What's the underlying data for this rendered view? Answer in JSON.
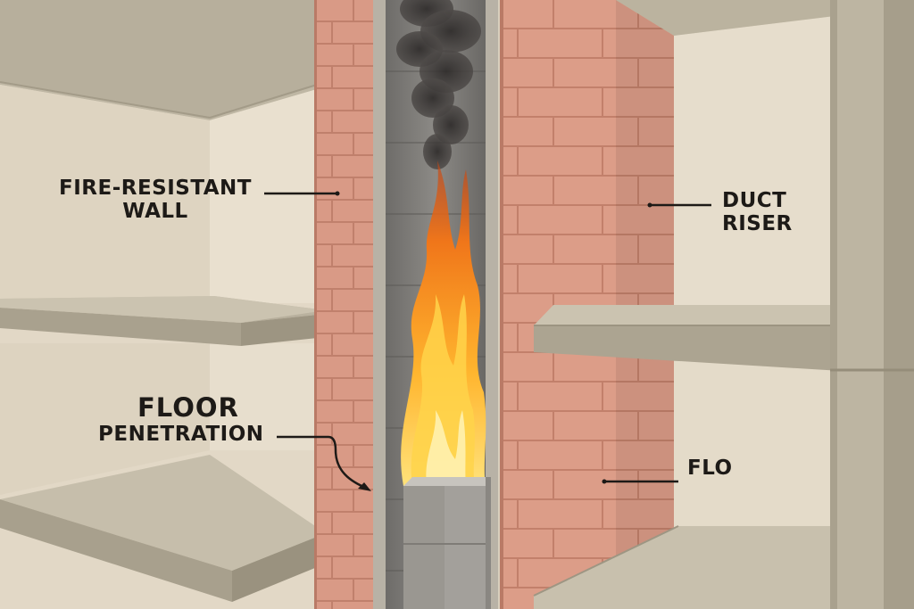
{
  "diagram": {
    "labels": {
      "fire_resistant_line1": "FIRE-RESISTANT",
      "fire_resistant_line2": "WALL",
      "duct_line1": "DUCT",
      "duct_line2": "RISER",
      "floor_line1": "FLOOR",
      "floor_line2": "PENETRATION",
      "flo": "FLO"
    },
    "colors": {
      "brick": "#d99a86",
      "brick_mortar": "#c98570",
      "concrete": "#bdb5a3",
      "wall_plaster": "#e6dccb",
      "flame_outer": "#f08a1c",
      "flame_inner": "#ffd34a",
      "smoke": "#3a3736",
      "duct_metal": "#9a9895"
    }
  }
}
